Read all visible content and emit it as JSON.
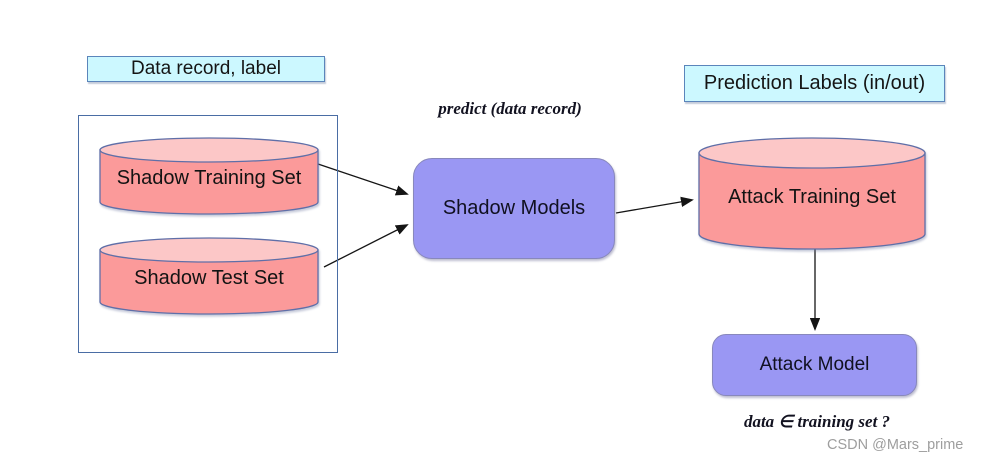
{
  "labels": {
    "data_record": "Data record, label",
    "prediction_labels": "Prediction Labels (in/out)"
  },
  "datastores": {
    "shadow_training_set": "Shadow Training Set",
    "shadow_test_set": "Shadow Test Set",
    "attack_training_set": "Attack Training Set"
  },
  "processes": {
    "shadow_models": "Shadow Models",
    "attack_model": "Attack Model"
  },
  "annotations": {
    "predict_call": "predict (data record)",
    "membership_question": "data ∈ training set ?"
  },
  "watermark": "CSDN @Mars_prime",
  "colors": {
    "cylinder_body": "#FB9A9A",
    "cylinder_top": "#FCC7C7",
    "shape_border": "#5F6FA8",
    "process_fill": "#9A97F3",
    "process_border": "#8888BC",
    "callout_fill": "#CCF8FF",
    "callout_border": "#5B85BB",
    "group_border": "#4A6DA4",
    "arrow": "#151515",
    "watermark_text": "#9E9E9E"
  }
}
